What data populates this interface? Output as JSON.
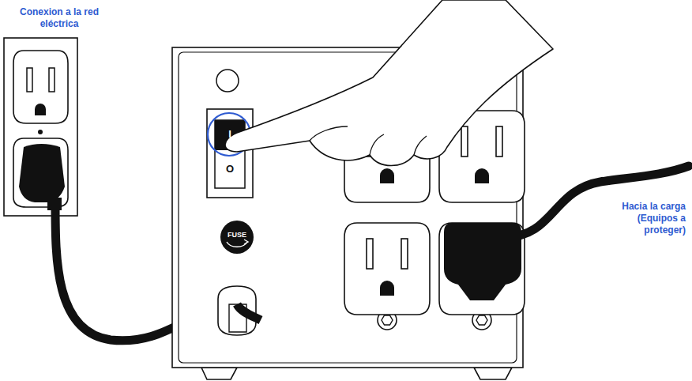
{
  "diagram": {
    "nodes": [
      {
        "text": [
          "FUSE"
        ]
      }
    ],
    "labels": [
      "Conexion a la red eléctrica",
      "I",
      "O",
      "Hacia la carga (Equipos a proteger)"
    ]
  }
}
